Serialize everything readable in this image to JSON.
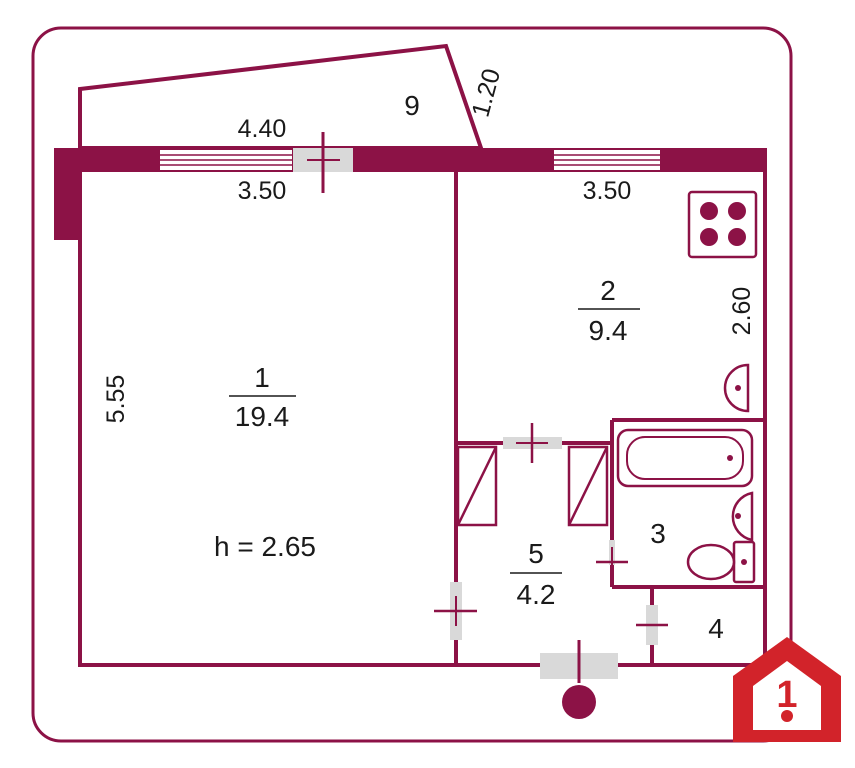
{
  "plan": {
    "wall_color": "#8c1246",
    "rooms": [
      {
        "number": "1",
        "area": "19.4"
      },
      {
        "number": "2",
        "area": "9.4"
      },
      {
        "number": "3"
      },
      {
        "number": "4"
      },
      {
        "number": "5",
        "area": "4.2"
      },
      {
        "number": "9"
      }
    ],
    "dimensions": {
      "balcony_width": "4.40",
      "balcony_side": "1.20",
      "room1_window": "3.50",
      "room2_window": "3.50",
      "room1_depth": "5.55",
      "room2_depth": "2.60"
    },
    "ceiling_height": "h = 2.65"
  },
  "logo": {
    "brand_color": "#d2232a",
    "icon": "house-key-logo-icon",
    "digit": "1"
  }
}
